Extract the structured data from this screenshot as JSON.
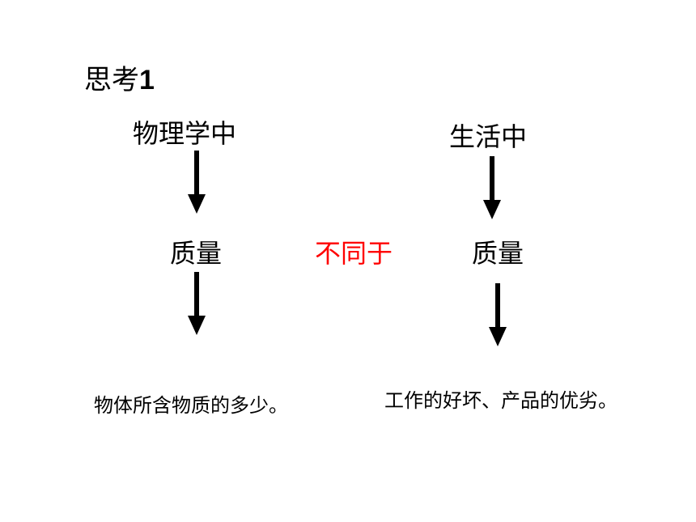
{
  "title": {
    "text": "思考",
    "number": "1"
  },
  "left": {
    "heading": "物理学中",
    "term": "质量",
    "meaning": "物体所含物质的多少。"
  },
  "right": {
    "heading": "生活中",
    "term": "质量",
    "meaning": "工作的好坏、产品的优劣。"
  },
  "relation": {
    "text": "不同于",
    "color": "#ff0000"
  }
}
